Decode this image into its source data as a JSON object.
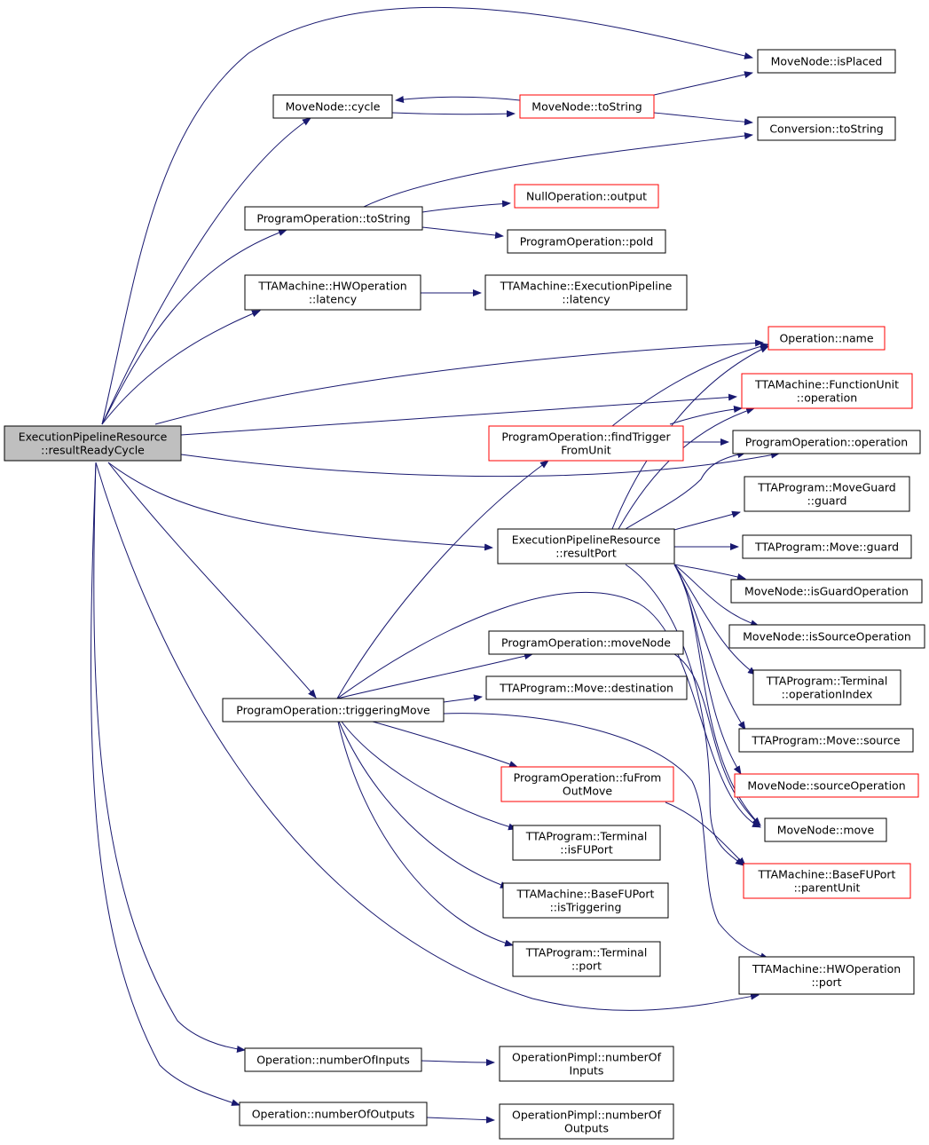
{
  "colors": {
    "edge": "#191970",
    "border_normal": "#000000",
    "border_truncated": "#ff0000",
    "root_fill": "#bfbfbf",
    "fill": "#ffffff"
  },
  "nodes": {
    "root": {
      "lines": [
        "ExecutionPipelineResource",
        "::resultReadyCycle"
      ],
      "kind": "root"
    },
    "isPlaced": {
      "lines": [
        "MoveNode::isPlaced"
      ],
      "kind": "normal"
    },
    "cycle": {
      "lines": [
        "MoveNode::cycle"
      ],
      "kind": "normal"
    },
    "mnToString": {
      "lines": [
        "MoveNode::toString"
      ],
      "kind": "truncated"
    },
    "convToString": {
      "lines": [
        "Conversion::toString"
      ],
      "kind": "normal"
    },
    "nullOutput": {
      "lines": [
        "NullOperation::output"
      ],
      "kind": "truncated"
    },
    "poToString": {
      "lines": [
        "ProgramOperation::toString"
      ],
      "kind": "normal"
    },
    "poId": {
      "lines": [
        "ProgramOperation::poId"
      ],
      "kind": "normal"
    },
    "hwLatency": {
      "lines": [
        "TTAMachine::HWOperation",
        "::latency"
      ],
      "kind": "normal"
    },
    "epLatency": {
      "lines": [
        "TTAMachine::ExecutionPipeline",
        "::latency"
      ],
      "kind": "normal"
    },
    "opName": {
      "lines": [
        "Operation::name"
      ],
      "kind": "truncated"
    },
    "fuOperation": {
      "lines": [
        "TTAMachine::FunctionUnit",
        "::operation"
      ],
      "kind": "truncated"
    },
    "findTrigger": {
      "lines": [
        "ProgramOperation::findTrigger",
        "FromUnit"
      ],
      "kind": "truncated"
    },
    "poOperation": {
      "lines": [
        "ProgramOperation::operation"
      ],
      "kind": "normal"
    },
    "mgGuard": {
      "lines": [
        "TTAProgram::MoveGuard",
        "::guard"
      ],
      "kind": "normal"
    },
    "resultPort": {
      "lines": [
        "ExecutionPipelineResource",
        "::resultPort"
      ],
      "kind": "normal"
    },
    "moveGuard": {
      "lines": [
        "TTAProgram::Move::guard"
      ],
      "kind": "normal"
    },
    "isGuardOp": {
      "lines": [
        "MoveNode::isGuardOperation"
      ],
      "kind": "normal"
    },
    "isSourceOp": {
      "lines": [
        "MoveNode::isSourceOperation"
      ],
      "kind": "normal"
    },
    "poMoveNode": {
      "lines": [
        "ProgramOperation::moveNode"
      ],
      "kind": "normal"
    },
    "opIndex": {
      "lines": [
        "TTAProgram::Terminal",
        "::operationIndex"
      ],
      "kind": "normal"
    },
    "moveDest": {
      "lines": [
        "TTAProgram::Move::destination"
      ],
      "kind": "normal"
    },
    "triggeringMove": {
      "lines": [
        "ProgramOperation::triggeringMove"
      ],
      "kind": "normal"
    },
    "moveSource": {
      "lines": [
        "TTAProgram::Move::source"
      ],
      "kind": "normal"
    },
    "fuFromOut": {
      "lines": [
        "ProgramOperation::fuFrom",
        "OutMove"
      ],
      "kind": "truncated"
    },
    "sourceOperation": {
      "lines": [
        "MoveNode::sourceOperation"
      ],
      "kind": "truncated"
    },
    "mnMove": {
      "lines": [
        "MoveNode::move"
      ],
      "kind": "normal"
    },
    "isFUPort": {
      "lines": [
        "TTAProgram::Terminal",
        "::isFUPort"
      ],
      "kind": "normal"
    },
    "parentUnit": {
      "lines": [
        "TTAMachine::BaseFUPort",
        "::parentUnit"
      ],
      "kind": "truncated"
    },
    "isTriggering": {
      "lines": [
        "TTAMachine::BaseFUPort",
        "::isTriggering"
      ],
      "kind": "normal"
    },
    "termPort": {
      "lines": [
        "TTAProgram::Terminal",
        "::port"
      ],
      "kind": "normal"
    },
    "hwPort": {
      "lines": [
        "TTAMachine::HWOperation",
        "::port"
      ],
      "kind": "normal"
    },
    "numInputs": {
      "lines": [
        "Operation::numberOfInputs"
      ],
      "kind": "normal"
    },
    "pimplInputs": {
      "lines": [
        "OperationPimpl::numberOf",
        "Inputs"
      ],
      "kind": "normal"
    },
    "numOutputs": {
      "lines": [
        "Operation::numberOfOutputs"
      ],
      "kind": "normal"
    },
    "pimplOutputs": {
      "lines": [
        "OperationPimpl::numberOf",
        "Outputs"
      ],
      "kind": "normal"
    }
  },
  "edges": [
    [
      "root",
      "isPlaced"
    ],
    [
      "root",
      "cycle"
    ],
    [
      "root",
      "poToString"
    ],
    [
      "root",
      "hwLatency"
    ],
    [
      "root",
      "opName"
    ],
    [
      "root",
      "fuOperation"
    ],
    [
      "root",
      "poOperation"
    ],
    [
      "root",
      "resultPort"
    ],
    [
      "root",
      "triggeringMove"
    ],
    [
      "root",
      "hwPort"
    ],
    [
      "root",
      "numInputs"
    ],
    [
      "root",
      "numOutputs"
    ],
    [
      "cycle",
      "mnToString"
    ],
    [
      "mnToString",
      "cycle"
    ],
    [
      "mnToString",
      "isPlaced"
    ],
    [
      "mnToString",
      "convToString"
    ],
    [
      "poToString",
      "convToString"
    ],
    [
      "poToString",
      "nullOutput"
    ],
    [
      "poToString",
      "poId"
    ],
    [
      "hwLatency",
      "epLatency"
    ],
    [
      "findTrigger",
      "opName"
    ],
    [
      "findTrigger",
      "fuOperation"
    ],
    [
      "findTrigger",
      "poOperation"
    ],
    [
      "resultPort",
      "opName"
    ],
    [
      "resultPort",
      "fuOperation"
    ],
    [
      "resultPort",
      "poOperation"
    ],
    [
      "resultPort",
      "mgGuard"
    ],
    [
      "resultPort",
      "moveGuard"
    ],
    [
      "resultPort",
      "isGuardOp"
    ],
    [
      "resultPort",
      "isSourceOp"
    ],
    [
      "resultPort",
      "opIndex"
    ],
    [
      "resultPort",
      "moveSource"
    ],
    [
      "resultPort",
      "sourceOperation"
    ],
    [
      "resultPort",
      "mnMove"
    ],
    [
      "resultPort",
      "parentUnit"
    ],
    [
      "triggeringMove",
      "findTrigger"
    ],
    [
      "triggeringMove",
      "poMoveNode"
    ],
    [
      "triggeringMove",
      "moveDest"
    ],
    [
      "triggeringMove",
      "fuFromOut"
    ],
    [
      "triggeringMove",
      "isFUPort"
    ],
    [
      "triggeringMove",
      "isTriggering"
    ],
    [
      "triggeringMove",
      "termPort"
    ],
    [
      "triggeringMove",
      "mnMove"
    ],
    [
      "triggeringMove",
      "hwPort"
    ],
    [
      "poMoveNode",
      "mnMove"
    ],
    [
      "fuFromOut",
      "parentUnit"
    ],
    [
      "numInputs",
      "pimplInputs"
    ],
    [
      "numOutputs",
      "pimplOutputs"
    ]
  ]
}
